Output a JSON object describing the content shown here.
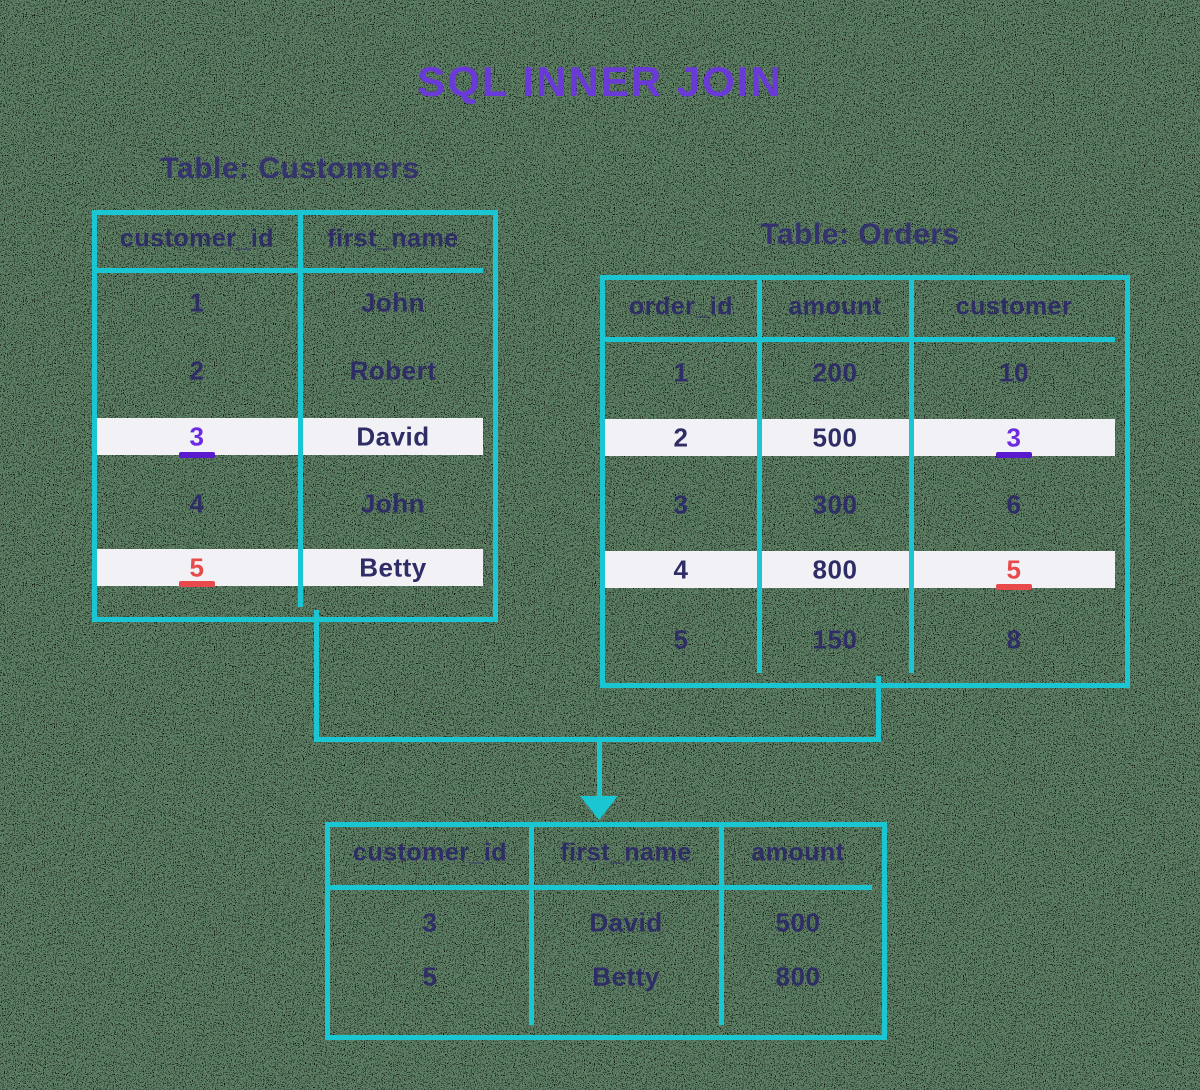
{
  "title": "SQL INNER JOIN",
  "colors": {
    "background_green": "#5d7f64",
    "table_border_cyan": "#1ac6d2",
    "text_navy": "#2e2d66",
    "caption_navy": "#34336e",
    "title_purple": "#6a3ad9",
    "highlight_purple": "#6c2be2",
    "underline_purple": "#5a18cf",
    "highlight_red": "#e8494a",
    "row_band_white": "#f2f1f6"
  },
  "customers": {
    "caption": "Table: Customers",
    "headers": [
      "customer_id",
      "first_name"
    ],
    "rows": [
      {
        "customer_id": "1",
        "first_name": "John",
        "highlight": null
      },
      {
        "customer_id": "2",
        "first_name": "Robert",
        "highlight": null
      },
      {
        "customer_id": "3",
        "first_name": "David",
        "highlight": "purple",
        "highlighted_column": "customer_id"
      },
      {
        "customer_id": "4",
        "first_name": "John",
        "highlight": null
      },
      {
        "customer_id": "5",
        "first_name": "Betty",
        "highlight": "red",
        "highlighted_column": "customer_id"
      }
    ]
  },
  "orders": {
    "caption": "Table: Orders",
    "headers": [
      "order_id",
      "amount",
      "customer"
    ],
    "rows": [
      {
        "order_id": "1",
        "amount": "200",
        "customer": "10",
        "highlight": null
      },
      {
        "order_id": "2",
        "amount": "500",
        "customer": "3",
        "highlight": "purple",
        "highlighted_column": "customer"
      },
      {
        "order_id": "3",
        "amount": "300",
        "customer": "6",
        "highlight": null
      },
      {
        "order_id": "4",
        "amount": "800",
        "customer": "5",
        "highlight": "red",
        "highlighted_column": "customer"
      },
      {
        "order_id": "5",
        "amount": "150",
        "customer": "8",
        "highlight": null
      }
    ]
  },
  "result": {
    "headers": [
      "customer_id",
      "first_name",
      "amount"
    ],
    "rows": [
      {
        "customer_id": "3",
        "first_name": "David",
        "amount": "500"
      },
      {
        "customer_id": "5",
        "first_name": "Betty",
        "amount": "800"
      }
    ]
  }
}
